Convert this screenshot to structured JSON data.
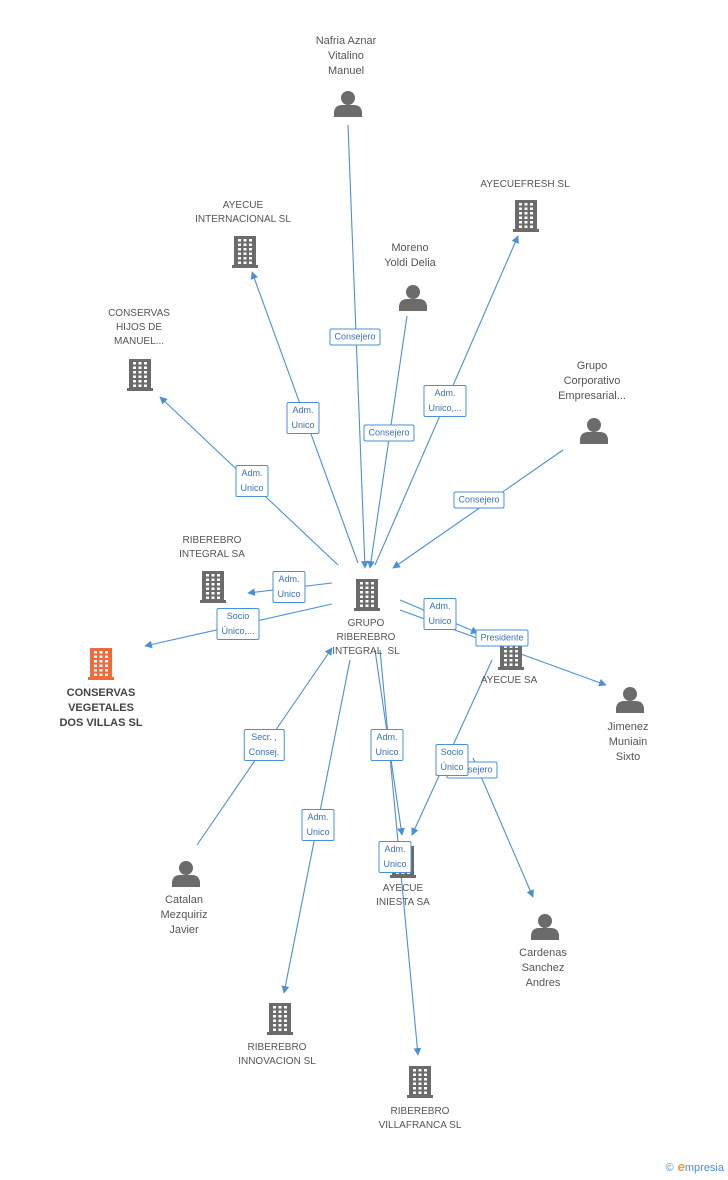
{
  "colors": {
    "edge": "#4a90d9",
    "icon": "#6b6b6b",
    "focus_icon": "#f06a3a"
  },
  "nodes": [
    {
      "id": "grupo",
      "type": "company",
      "label": "GRUPO\nRIBEREBRO\nINTEGRAL  SL"
    },
    {
      "id": "conservas_vd",
      "type": "company",
      "focus": true,
      "label": "CONSERVAS\nVEGETALES\nDOS VILLAS SL"
    },
    {
      "id": "nafria",
      "type": "person",
      "label": "Nafria Aznar\nVitalino\nManuel"
    },
    {
      "id": "ayecue_int",
      "type": "company",
      "label": "AYECUE\nINTERNACIONAL SL"
    },
    {
      "id": "ayecuefresh",
      "type": "company",
      "label": "AYECUEFRESH SL"
    },
    {
      "id": "moreno",
      "type": "person",
      "label": "Moreno\nYoldi Delia"
    },
    {
      "id": "conservas_hm",
      "type": "company",
      "label": "CONSERVAS\nHIJOS DE\nMANUEL..."
    },
    {
      "id": "grupo_corp",
      "type": "person",
      "label": "Grupo\nCorporativo\nEmpresarial..."
    },
    {
      "id": "riberebro_int",
      "type": "company",
      "label": "RIBEREBRO\nINTEGRAL SA"
    },
    {
      "id": "ayecue_sa",
      "type": "company",
      "label": "AYECUE SA"
    },
    {
      "id": "jimenez",
      "type": "person",
      "label": "Jimenez\nMuniain\nSixto"
    },
    {
      "id": "catalan",
      "type": "person",
      "label": "Catalan\nMezquiriz\nJavier"
    },
    {
      "id": "ayecue_iniesta",
      "type": "company",
      "label": "AYECUE\nINIESTA SA"
    },
    {
      "id": "cardenas",
      "type": "person",
      "label": "Cardenas\nSanchez\nAndres"
    },
    {
      "id": "riberebro_inn",
      "type": "company",
      "label": "RIBEREBRO\nINNOVACION SL"
    },
    {
      "id": "riberebro_vf",
      "type": "company",
      "label": "RIBEREBRO\nVILLAFRANCA SL"
    }
  ],
  "relations": [
    {
      "label": "Consejero"
    },
    {
      "label": "Adm.\nUnico"
    },
    {
      "label": "Consejero"
    },
    {
      "label": "Adm.\nUnico,..."
    },
    {
      "label": "Adm.\nUnico"
    },
    {
      "label": "Consejero"
    },
    {
      "label": "Adm.\nUnico"
    },
    {
      "label": "Socio\nÚnico,..."
    },
    {
      "label": "Adm.\nUnico"
    },
    {
      "label": "Presidente"
    },
    {
      "label": "Secr. ,\nConsej."
    },
    {
      "label": "Adm.\nUnico"
    },
    {
      "label": "Adm.\nUnico"
    },
    {
      "label": "Consejero"
    },
    {
      "label": "Socio\nÚnico"
    },
    {
      "label": "Adm.\nUnico"
    }
  ],
  "credit": {
    "copyright": "©",
    "brand_initial": "e",
    "brand_rest": "mpresia"
  }
}
